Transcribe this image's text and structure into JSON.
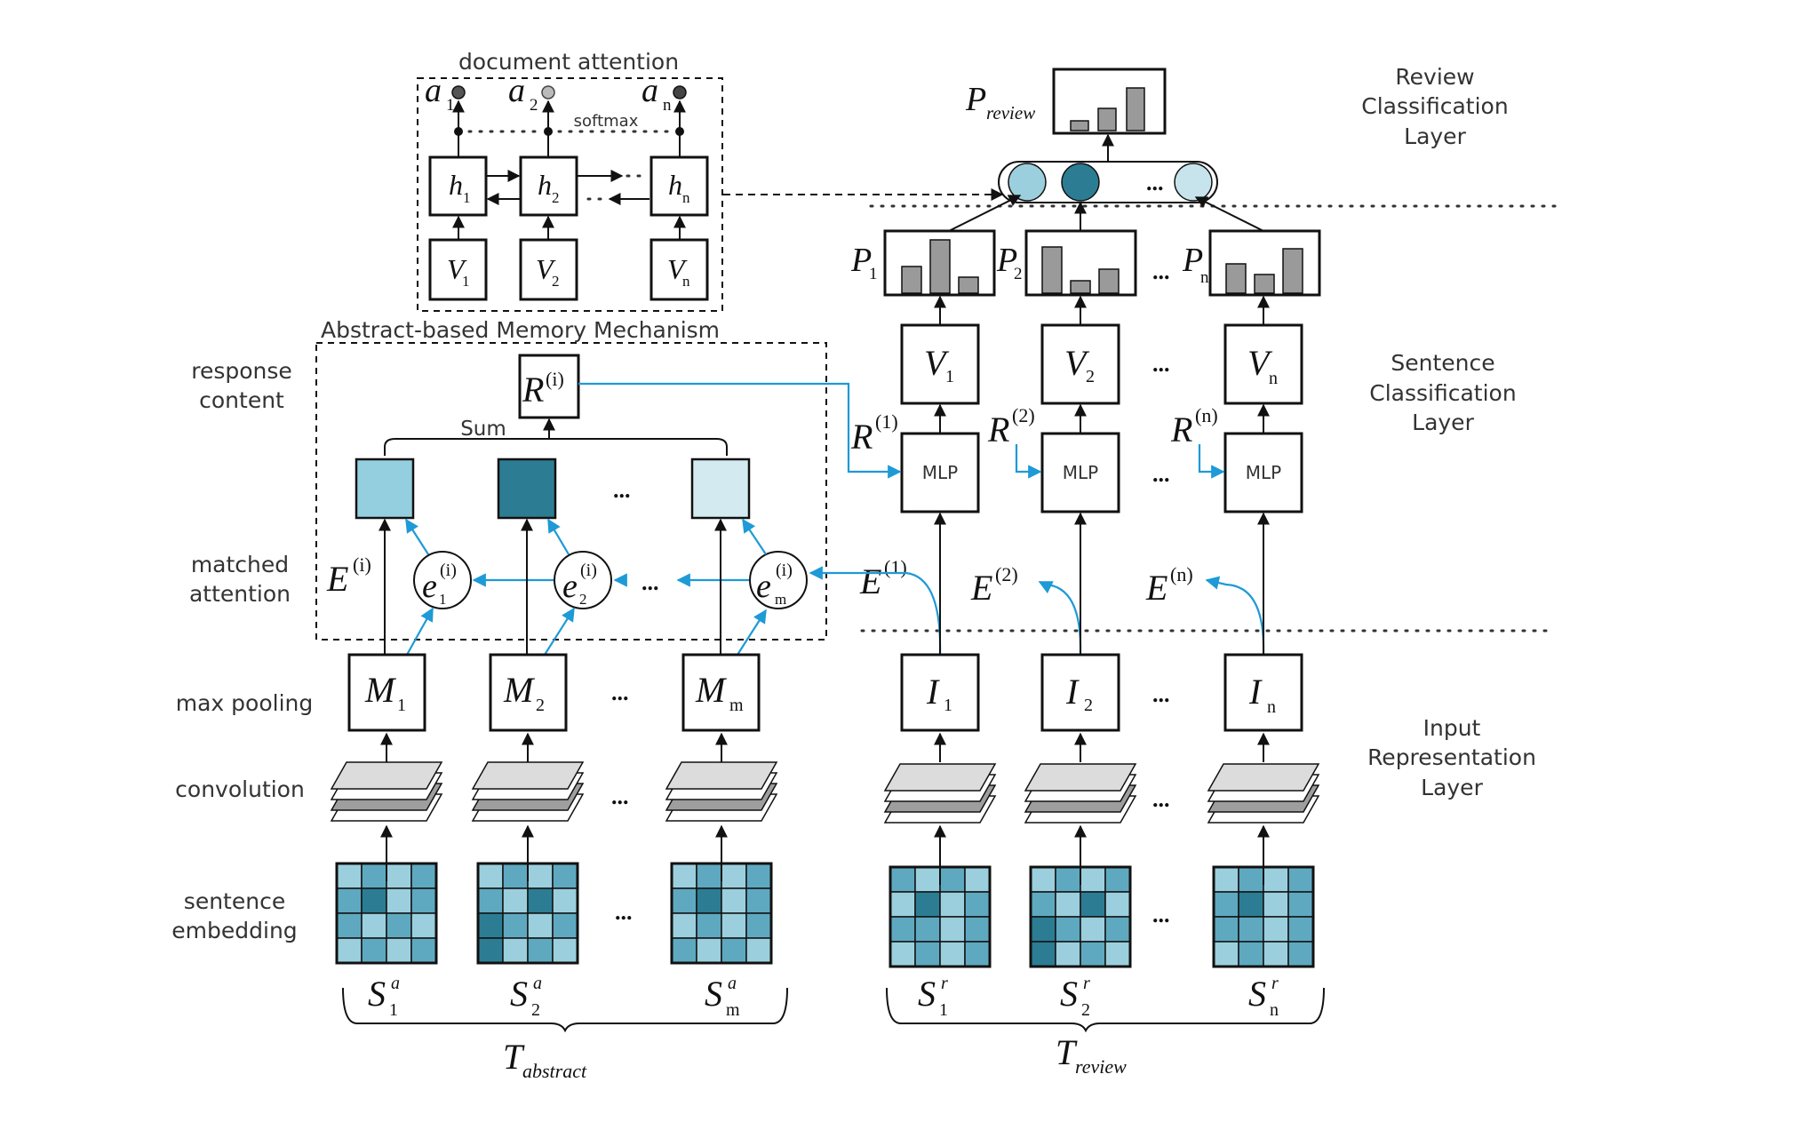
{
  "labels": {
    "document_attention": "document attention",
    "softmax": "softmax",
    "memory_mechanism": "Abstract-based Memory Mechanism",
    "sum": "Sum",
    "mlp": "MLP",
    "ellipsis": "...",
    "ellipsis_tight": "..."
  },
  "row_labels": {
    "response_content": [
      "response",
      "content"
    ],
    "matched_attention": [
      "matched",
      "attention"
    ],
    "max_pooling": "max pooling",
    "convolution": "convolution",
    "sentence_embedding": [
      "sentence",
      "embedding"
    ]
  },
  "layer_labels": {
    "review_classification": [
      "Review",
      "Classification",
      "Layer"
    ],
    "sentence_classification": [
      "Sentence",
      "Classification",
      "Layer"
    ],
    "input_representation": [
      "Input",
      "Representation",
      "Layer"
    ]
  },
  "symbols": {
    "a": "a",
    "h": "h",
    "V": "V",
    "P": "P",
    "R": "R",
    "E": "E",
    "e": "e",
    "M": "M",
    "I": "I",
    "S": "S",
    "T": "T",
    "sub_1": "1",
    "sub_2": "2",
    "sub_n": "n",
    "sub_m": "m",
    "sup_i": "(i)",
    "sup_1": "(1)",
    "sup_2": "(2)",
    "sup_n": "(n)",
    "sup_a": "a",
    "sup_r": "r",
    "sub_review": "review",
    "sub_abstract": "abstract"
  },
  "colors": {
    "dark_teal": "#2c7d94",
    "mid_teal": "#5fa9c0",
    "light_teal": "#9ccfdd",
    "pale_teal": "#d3eaf1",
    "arrow_blue": "#1e9ad6",
    "bar_gray": "#9a9a9a",
    "layer_gray": "#dcdcdc",
    "layer_dark": "#9e9e9e"
  }
}
